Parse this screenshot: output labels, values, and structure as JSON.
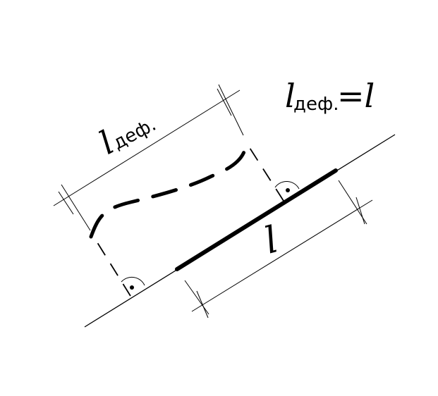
{
  "formula": {
    "main": "l",
    "subscript": "деф.",
    "equals_rhs": "=l"
  },
  "dimensions": {
    "effective_length": {
      "main": "l",
      "subscript": "деф."
    },
    "length": {
      "main": "l"
    }
  }
}
